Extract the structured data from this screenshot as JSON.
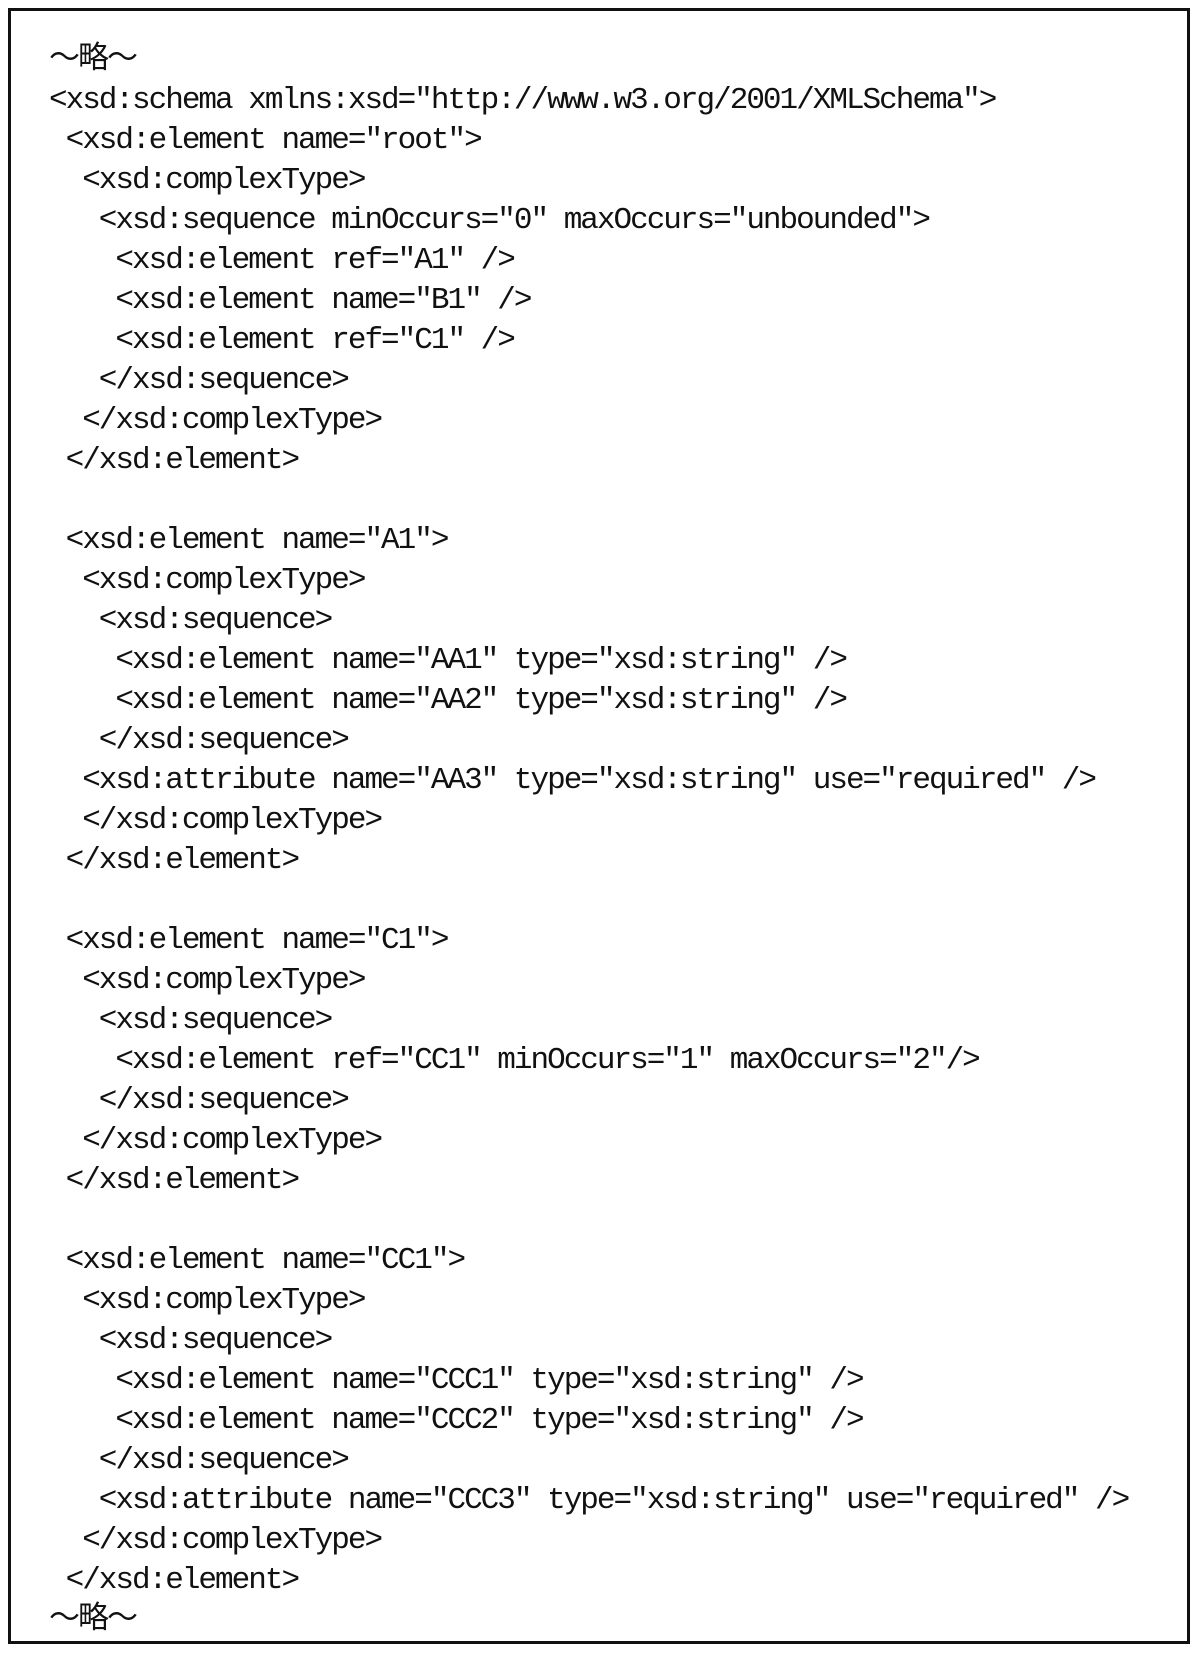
{
  "lines": [
    "～略～",
    "<xsd:schema xmlns:xsd=″http://www.w3.org/2001/XMLSchema″>",
    " <xsd:element name=″root″>",
    "  <xsd:complexType>",
    "   <xsd:sequence minOccurs=″0″ maxOccurs=″unbounded″>",
    "    <xsd:element ref=″A1″ />",
    "    <xsd:element name=″B1″ />",
    "    <xsd:element ref=″C1″ />",
    "   </xsd:sequence>",
    "  </xsd:complexType>",
    " </xsd:element>",
    "",
    " <xsd:element name=″A1″>",
    "  <xsd:complexType>",
    "   <xsd:sequence>",
    "    <xsd:element name=″AA1″ type=″xsd:string″ />",
    "    <xsd:element name=″AA2″ type=″xsd:string″ />",
    "   </xsd:sequence>",
    "  <xsd:attribute name=″AA3″ type=″xsd:string″ use=″required″ />",
    "  </xsd:complexType>",
    " </xsd:element>",
    "",
    " <xsd:element name=″C1″>",
    "  <xsd:complexType>",
    "   <xsd:sequence>",
    "    <xsd:element ref=″CC1″ minOccurs=″1″ maxOccurs=″2″/>",
    "   </xsd:sequence>",
    "  </xsd:complexType>",
    " </xsd:element>",
    "",
    " <xsd:element name=″CC1″>",
    "  <xsd:complexType>",
    "   <xsd:sequence>",
    "    <xsd:element name=″CCC1″ type=″xsd:string″ />",
    "    <xsd:element name=″CCC2″ type=″xsd:string″ />",
    "   </xsd:sequence>",
    "   <xsd:attribute name=″CCC3″ type=″xsd:string″ use=″required″ />",
    "  </xsd:complexType>",
    " </xsd:element>",
    "～略～"
  ]
}
